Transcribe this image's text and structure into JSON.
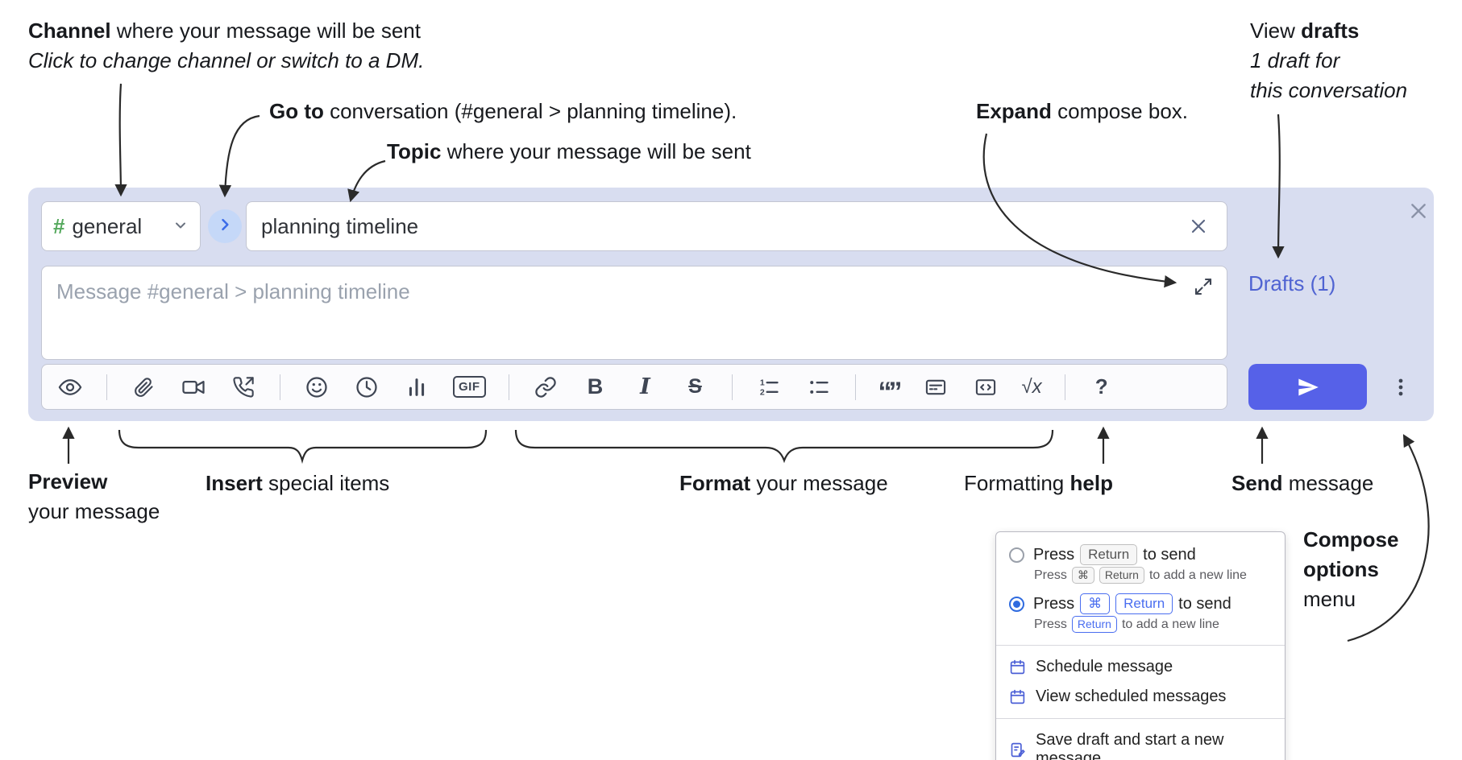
{
  "annotations": {
    "channel_bold": "Channel",
    "channel_rest": " where your message will be sent",
    "channel_line2": "Click to change channel or switch to a DM.",
    "goto_bold": "Go to",
    "goto_rest": " conversation (#general > planning timeline).",
    "topic_bold": "Topic",
    "topic_rest": " where your message will be sent",
    "expand_bold": "Expand",
    "expand_rest": " compose box.",
    "drafts_pre": "View ",
    "drafts_bold": "drafts",
    "drafts_line2": "1 draft for",
    "drafts_line3": "this conversation",
    "preview_bold": "Preview",
    "preview_rest": "your message",
    "insert_bold": "Insert",
    "insert_rest": " special items",
    "format_bold": "Format",
    "format_rest": " your message",
    "help_pre": "Formatting ",
    "help_bold": "help",
    "send_bold": "Send",
    "send_rest": " message",
    "co_bold1": "Compose",
    "co_bold2": "options",
    "co_rest": "menu"
  },
  "compose": {
    "channel_hash": "#",
    "channel_name": "general",
    "topic_value": "planning timeline",
    "message_placeholder": "Message #general > planning timeline",
    "drafts_link": "Drafts (1)",
    "toolbar": {
      "bold_label": "B",
      "italic_label": "I",
      "strike_label": "S",
      "gif_label": "GIF",
      "quote_label": "“”",
      "math_label": "√x",
      "help_label": "?"
    }
  },
  "menu": {
    "option_return": {
      "pre": "Press",
      "key": "Return",
      "post": "to send",
      "sub_pre": "Press",
      "sub_key1": "⌘",
      "sub_key2": "Return",
      "sub_post": "to add a new line"
    },
    "option_cmd": {
      "pre": "Press",
      "key1": "⌘",
      "key2": "Return",
      "post": "to send",
      "sub_pre": "Press",
      "sub_key": "Return",
      "sub_post": "to add a new line"
    },
    "schedule": "Schedule message",
    "view_scheduled": "View scheduled messages",
    "save_draft": "Save draft and start a new message"
  },
  "colors": {
    "compose_bg": "#d8ddf0",
    "send_button": "#5661e8",
    "link_blue": "#4f63d2",
    "hash_green": "#54a85c",
    "goto_circle_bg": "#c5d8f8",
    "goto_arrow": "#3b6be8",
    "selected_radio": "#2f6bdf"
  }
}
